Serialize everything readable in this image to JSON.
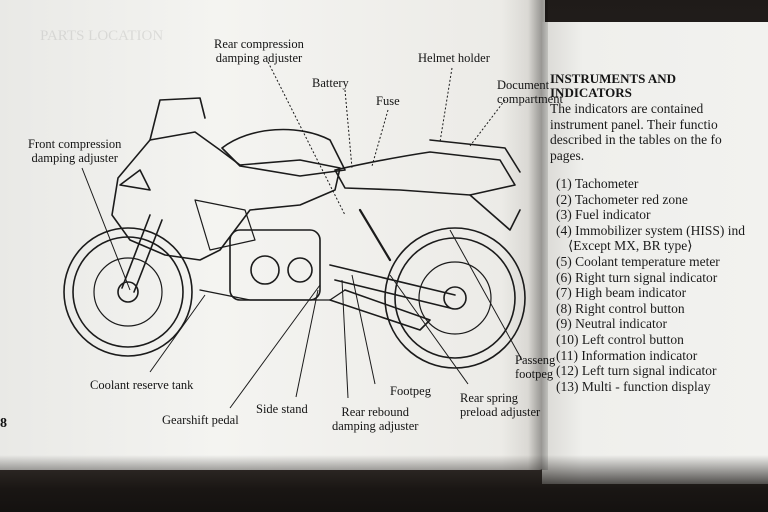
{
  "left_page": {
    "page_number": "8",
    "faded_heading": "PARTS LOCATION",
    "labels": {
      "rear_compression": [
        "Rear compression",
        "damping adjuster"
      ],
      "helmet_holder": "Helmet holder",
      "battery": "Battery",
      "fuse": "Fuse",
      "document": [
        "Document",
        "compartment"
      ],
      "front_compression": [
        "Front compression",
        "damping adjuster"
      ],
      "coolant_reserve_tank": "Coolant reserve tank",
      "gearshift_pedal": "Gearshift pedal",
      "side_stand": "Side stand",
      "rear_rebound": [
        "Rear rebound",
        "damping adjuster"
      ],
      "footpeg": "Footpeg",
      "rear_spring": [
        "Rear spring",
        "preload adjuster"
      ],
      "passenger_footpeg": [
        "Passeng",
        "footpeg"
      ]
    }
  },
  "right_page": {
    "heading": "INSTRUMENTS AND\nINDICATORS",
    "intro_lines": [
      "The indicators are contained",
      "instrument panel. Their functio",
      "described in the tables on the fo",
      "pages."
    ],
    "items": [
      "(1) Tachometer",
      "(2) Tachometer red zone",
      "(3) Fuel indicator",
      "(4) Immobilizer system (HISS) ind",
      "⟨Except MX, BR type⟩",
      "(5) Coolant temperature meter",
      "(6) Right turn signal indicator",
      "(7) High beam indicator",
      "(8) Right control button",
      "(9) Neutral indicator",
      "(10) Left control button",
      "(11) Information indicator",
      "(12) Left turn signal indicator",
      "(13) Multi - function display"
    ]
  }
}
